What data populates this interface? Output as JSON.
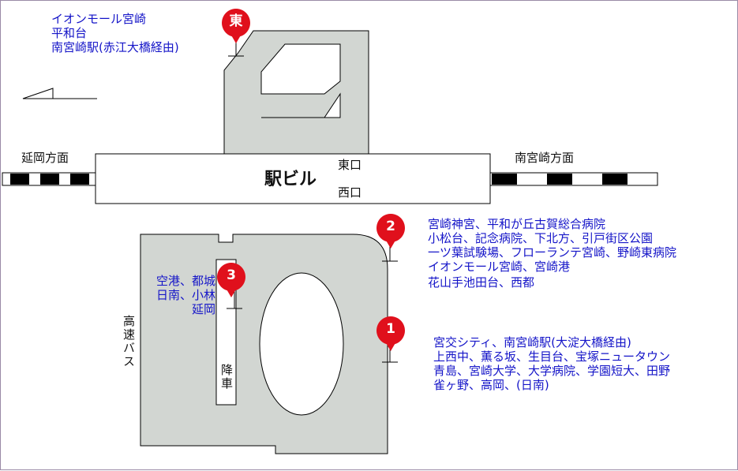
{
  "station": {
    "building": "駅ビル",
    "east_exit": "東口",
    "west_exit": "西口"
  },
  "directions": {
    "left": "延岡方面",
    "right": "南宮崎方面"
  },
  "labels": {
    "highway_bus": "高速バス",
    "drop_off": "降車"
  },
  "stops": [
    {
      "id": "東",
      "destinations": [
        "イオンモール宮崎",
        "平和台",
        "南宮崎駅(赤江大橋経由)"
      ]
    },
    {
      "id": "1",
      "destinations": [
        "宮交シティ、南宮崎駅(大淀大橋経由)",
        "上西中、薫る坂、生目台、宝塚ニュータウン",
        "青島、宮崎大学、大学病院、学園短大、田野",
        "雀ヶ野、高岡、(日南)"
      ]
    },
    {
      "id": "2",
      "destinations": [
        "宮崎神宮、平和が丘古賀総合病院",
        "小松台、記念病院、下北方、引戸街区公園",
        "一ツ葉試験場、フローランテ宮崎、野崎東病院",
        "イオンモール宮崎、宮崎港",
        "花山手池田台、西都"
      ]
    },
    {
      "id": "3",
      "destinations": [
        "空港、都城",
        "日南、小林",
        "延岡"
      ]
    }
  ],
  "colors": {
    "lot": "#d2d6d2",
    "marker": "#e0101c",
    "route_text": "#1414c8"
  }
}
